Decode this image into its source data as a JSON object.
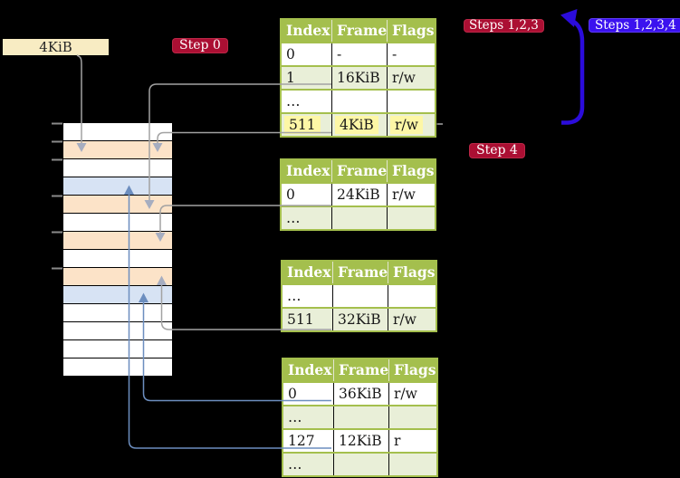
{
  "colors": {
    "background": "#000000",
    "table_green": "#a4bf4d",
    "row_shaded": "#e9efd8",
    "row_white": "#ffffff",
    "highlight_yellow": "#fdf7a6",
    "mem_orange": "#fce3c8",
    "mem_blue": "#d7e3f4",
    "mem_white": "#ffffff",
    "cream": "#f8ecc3",
    "crimson": "#ab0f33",
    "blue_label": "#3b12ef",
    "blue_arrow": "#2b0cdb",
    "steel_blue": "#6c8ebf",
    "line_gray": "#a2a2a2",
    "arrowhead_gray": "#a6adc0",
    "tick_gray": "#8a8a8a",
    "cell_text": "#191919",
    "header_text": "#ffffff"
  },
  "legend": {
    "frame_size_label": "4KiB"
  },
  "step_labels": {
    "step0": "Step 0",
    "steps123": "Steps 1,2,3",
    "steps1234": "Steps 1,2,3,4",
    "step4": "Step 4"
  },
  "memory": {
    "rows": [
      {
        "color": "mem_white"
      },
      {
        "color": "mem_orange"
      },
      {
        "color": "mem_white"
      },
      {
        "color": "mem_blue"
      },
      {
        "color": "mem_orange"
      },
      {
        "color": "mem_white"
      },
      {
        "color": "mem_orange"
      },
      {
        "color": "mem_white"
      },
      {
        "color": "mem_orange"
      },
      {
        "color": "mem_blue"
      },
      {
        "color": "mem_white"
      },
      {
        "color": "mem_white"
      },
      {
        "color": "mem_white"
      },
      {
        "color": "mem_white"
      }
    ]
  },
  "tables": [
    {
      "id": "page-table-1",
      "headers": [
        "Index",
        "Frame",
        "Flags"
      ],
      "rows": [
        {
          "cells": [
            "0",
            "-",
            "-"
          ]
        },
        {
          "cells": [
            "1",
            "16KiB",
            "r/w"
          ]
        },
        {
          "cells": [
            "…",
            "",
            ""
          ]
        },
        {
          "cells": [
            "511",
            "4KiB",
            "r/w"
          ],
          "highlight": true
        }
      ]
    },
    {
      "id": "page-table-2",
      "headers": [
        "Index",
        "Frame",
        "Flags"
      ],
      "rows": [
        {
          "cells": [
            "0",
            "24KiB",
            "r/w"
          ]
        },
        {
          "cells": [
            "…",
            "",
            ""
          ]
        }
      ]
    },
    {
      "id": "page-table-3",
      "headers": [
        "Index",
        "Frame",
        "Flags"
      ],
      "rows": [
        {
          "cells": [
            "…",
            "",
            ""
          ]
        },
        {
          "cells": [
            "511",
            "32KiB",
            "r/w"
          ]
        }
      ]
    },
    {
      "id": "page-table-4",
      "headers": [
        "Index",
        "Frame",
        "Flags"
      ],
      "rows": [
        {
          "cells": [
            "0",
            "36KiB",
            "r/w"
          ]
        },
        {
          "cells": [
            "…",
            "",
            ""
          ]
        },
        {
          "cells": [
            "127",
            "12KiB",
            "r"
          ]
        },
        {
          "cells": [
            "…",
            "",
            ""
          ]
        }
      ]
    }
  ]
}
